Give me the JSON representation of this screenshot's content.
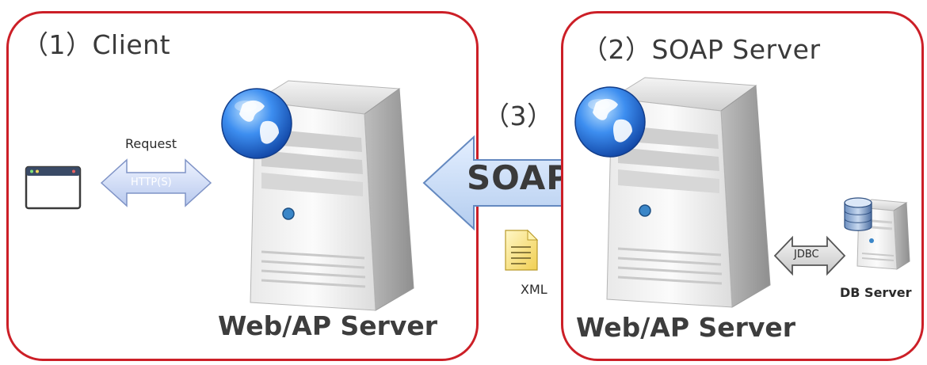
{
  "client_panel": {
    "title": "（1）Client",
    "request_label": "Request",
    "protocol_label": "HTTP(S)",
    "server_caption": "Web/AP Server"
  },
  "middle": {
    "step_label": "（3）",
    "soap_label": "SOAP",
    "xml_label": "XML"
  },
  "soap_panel": {
    "title": "（2）SOAP Server",
    "jdbc_label": "JDBC",
    "db_server_label": "DB Server",
    "server_caption": "Web/AP Server"
  },
  "colors": {
    "panel_border": "#cc1f27",
    "arrow_fill": "#c8dcf6",
    "arrow_stroke": "#5f86bd",
    "globe": "#2f6fd6"
  },
  "icons": [
    "browser-window-icon",
    "globe-icon",
    "web-server-icon",
    "xml-document-icon",
    "database-icon",
    "db-server-icon"
  ]
}
